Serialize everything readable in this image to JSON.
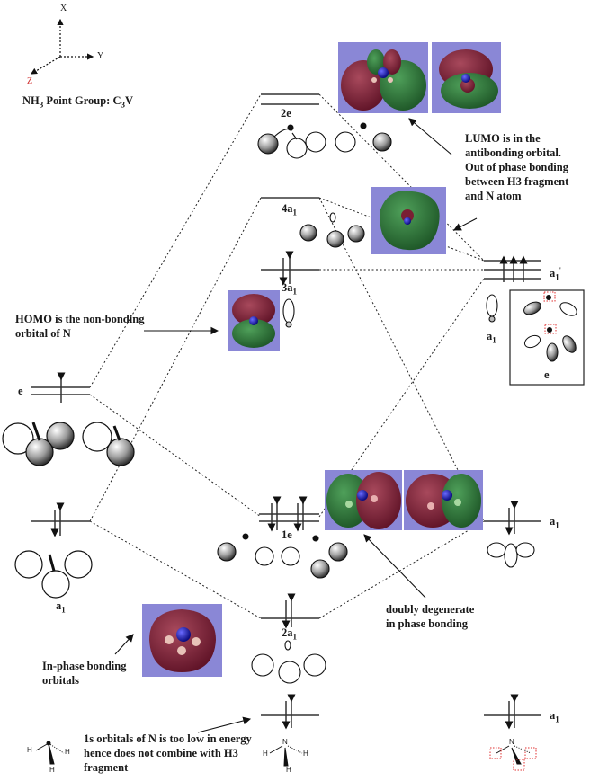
{
  "axes": {
    "x_label": "X",
    "y_label": "Y",
    "z_label": "Z"
  },
  "title": {
    "text": "NH3 Point Group: C3V",
    "prefix": "NH",
    "sub1": "3",
    "mid": " Point Group: C",
    "sub2": "3",
    "suffix": "V"
  },
  "levels": {
    "nh3_2e": "2e",
    "nh3_4a1": "4a",
    "nh3_3a1": "3a",
    "nh3_1e": "1e",
    "nh3_2a1": "2a",
    "sub1": "1",
    "h3_e": "e",
    "h3_a1": "a",
    "n_a1_prime": "a",
    "n_a1_prime_mark": "'",
    "n_a1_side": "a",
    "n_e_box": "e",
    "n_a1_2s": "a",
    "n_a1_1s": "a"
  },
  "notes": {
    "lumo": [
      "LUMO is in the",
      "antibonding orbital.",
      "Out of phase bonding",
      "between H3 fragment",
      "and N atom"
    ],
    "homo": [
      "HOMO is the non-bonding",
      "orbital of N"
    ],
    "degenerate": [
      "doubly degenerate",
      "in phase bonding"
    ],
    "inphase": [
      "In-phase bonding",
      "orbitals"
    ],
    "core": [
      "1s orbitals of N is too low in energy",
      "hence does not combine with H3",
      "fragment"
    ]
  },
  "atoms": {
    "H": "H",
    "N": "N"
  },
  "colors": {
    "mo_background": "#8a87d6",
    "lobe_red": "#7a1f33",
    "lobe_green": "#2f7a3a",
    "nitrogen": "#1a1aa8",
    "hydrogen": "#e8c2b8",
    "highlight": "#e03030"
  }
}
